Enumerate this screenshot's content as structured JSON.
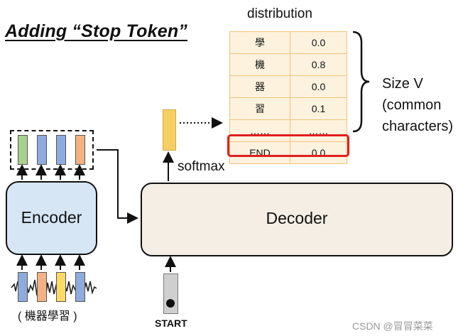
{
  "title": "Adding “Stop Token”",
  "distribution": {
    "heading": "distribution",
    "rows": [
      {
        "token": "學",
        "prob": "0.0"
      },
      {
        "token": "機",
        "prob": "0.8"
      },
      {
        "token": "器",
        "prob": "0.0"
      },
      {
        "token": "習",
        "prob": "0.1"
      },
      {
        "token": "……",
        "prob": "……"
      },
      {
        "token": "END",
        "prob": "0.0"
      }
    ]
  },
  "size_label": {
    "line1": "Size V",
    "line2": "(common",
    "line3": "characters)"
  },
  "softmax_label": "softmax",
  "encoder_label": "Encoder",
  "decoder_label": "Decoder",
  "input_label": "( 機器學習 )",
  "start_label": "START",
  "watermark": "CSDN @冒冒菜菜",
  "colors": {
    "encoder_fill": "#d6e6f5",
    "decoder_fill": "#f4eee4",
    "highlight_border": "#e02020",
    "table_fill": "#fdf2dd",
    "vec_green": "#a9d18e",
    "vec_blue": "#8faadc",
    "vec_orange": "#f4b183",
    "vec_yellow": "#ffd966"
  }
}
